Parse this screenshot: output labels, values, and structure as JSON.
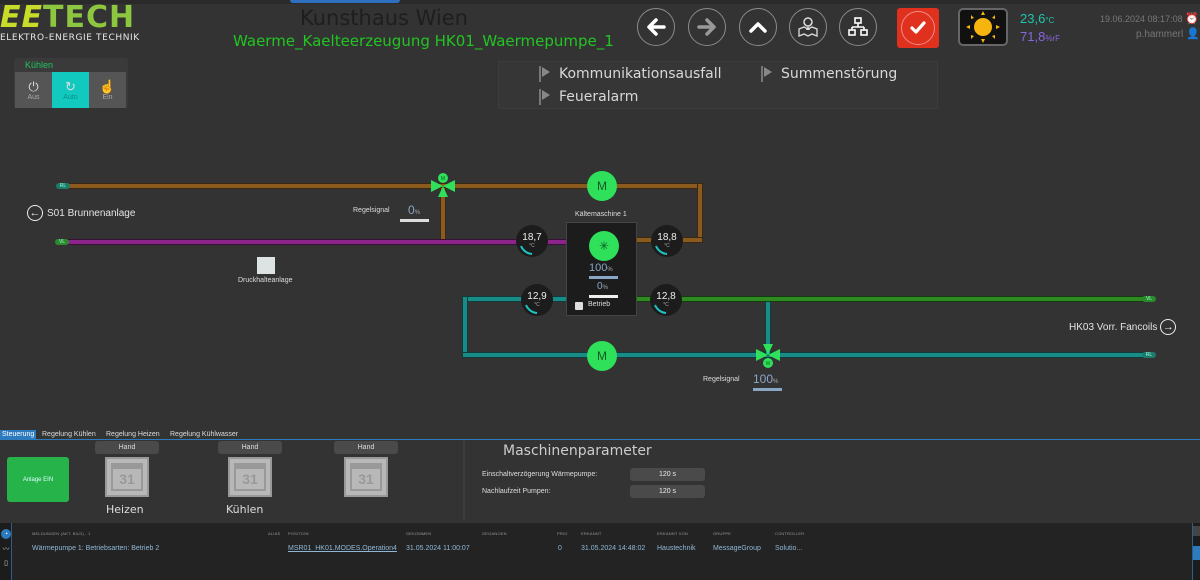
{
  "header": {
    "logo_main": "TECH",
    "logo_prefix": "EE",
    "logo_sub": "ELEKTRO-ENERGIE TECHNIK",
    "title": "Kunsthaus Wien",
    "subtitle": "Waerme_Kaelteerzeugung HK01_Waermepumpe_1",
    "nav": [
      {
        "name": "back",
        "icon": "arrow-left-icon"
      },
      {
        "name": "forward",
        "icon": "arrow-right-icon"
      },
      {
        "name": "up",
        "icon": "chevron-up-icon"
      },
      {
        "name": "map",
        "icon": "map-pin-icon"
      },
      {
        "name": "hierarchy",
        "icon": "sitemap-icon"
      }
    ],
    "ack_icon": "checkmark-icon",
    "weather_icon": "sun-icon",
    "temperature": "23,6",
    "temperature_unit": "°C",
    "humidity": "71,8",
    "humidity_unit": "%rF",
    "datetime": "19.06.2024 08:17:08",
    "user": "p.hammerl",
    "colors": {
      "accent_green": "#22c522",
      "ack_red": "#e0301e",
      "temp": "#1ec5b0",
      "humidity": "#8866dd"
    }
  },
  "mode": {
    "label": "Kühlen",
    "options": [
      {
        "label": "Aus",
        "icon": "power-icon",
        "active": false
      },
      {
        "label": "Auto",
        "icon": "clock-auto-icon",
        "active": true
      },
      {
        "label": "Ein",
        "icon": "hand-icon",
        "active": false
      }
    ]
  },
  "alarms": [
    {
      "label": "Kommunikationsausfall"
    },
    {
      "label": "Summenstörung"
    },
    {
      "label": "Feueralarm"
    }
  ],
  "schematic": {
    "left_link": "S01 Brunnenanlage",
    "right_link": "HK03 Vorr. Fancoils",
    "tags": {
      "rl": "RL",
      "vl": "VL"
    },
    "valve_top": {
      "label": "Regelsignal",
      "value": "0",
      "unit": "%",
      "letter": "M"
    },
    "valve_bottom": {
      "label": "Regelsignal",
      "value": "100",
      "unit": "%",
      "letter": "W"
    },
    "pump_letter": "M",
    "druckhalte": "Druckhalteanlage",
    "chiller": {
      "label": "Kältemaschine 1",
      "value1": "100",
      "unit1": "%",
      "value2": "0",
      "unit2": "%",
      "status_label": "Betrieb"
    },
    "sensors": [
      {
        "id": "s1",
        "value": "18,7",
        "unit": "°C"
      },
      {
        "id": "s2",
        "value": "18,8",
        "unit": "°C"
      },
      {
        "id": "s3",
        "value": "12,9",
        "unit": "°C"
      },
      {
        "id": "s4",
        "value": "12,8",
        "unit": "°C"
      }
    ]
  },
  "bottom": {
    "tabs": [
      {
        "label": "Steuerung",
        "active": true
      },
      {
        "label": "Regelung Kühlen",
        "active": false
      },
      {
        "label": "Regelung Heizen",
        "active": false
      },
      {
        "label": "Regelung Kühlwasser",
        "active": false
      }
    ],
    "anlage_button": "Anlage EIN",
    "schedules": [
      {
        "hand": "Hand",
        "day": "31",
        "label": "Heizen"
      },
      {
        "hand": "Hand",
        "day": "31",
        "label": "Kühlen"
      },
      {
        "hand": "Hand",
        "day": "31",
        "label": ""
      }
    ],
    "machine_params": {
      "title": "Maschinenparameter",
      "rows": [
        {
          "label": "Einschaltverzögerung Wärmepumpe:",
          "value": "120 s"
        },
        {
          "label": "Nachlaufzeit Pumpen:",
          "value": "120 s"
        }
      ]
    }
  },
  "messages": {
    "headers": {
      "meldungen": "MELDUNGEN (AKT. BILD) - 1",
      "alias": "ALIAS",
      "position": "POSITION",
      "gekommen": "GEKOMMEN",
      "gegangen": "GEGANGEN",
      "prio": "PRIO",
      "erkannt": "ERKANNT",
      "erkannt_von": "ERKANNT VON",
      "gruppe": "GRUPPE",
      "controller": "CONTROLLER"
    },
    "rows": [
      {
        "meldung": "Wärmepumpe 1: Betriebsarten: Betrieb 2",
        "alias": "",
        "position": "MSR01_HK01.MODES.Operation4",
        "gekommen": "31.05.2024 11:00:07",
        "gegangen": "",
        "prio": "0",
        "erkannt": "31.05.2024 14:48:02",
        "erkannt_von": "Haustechnik",
        "gruppe": "MessageGroup",
        "controller": "Solutio..."
      }
    ]
  }
}
